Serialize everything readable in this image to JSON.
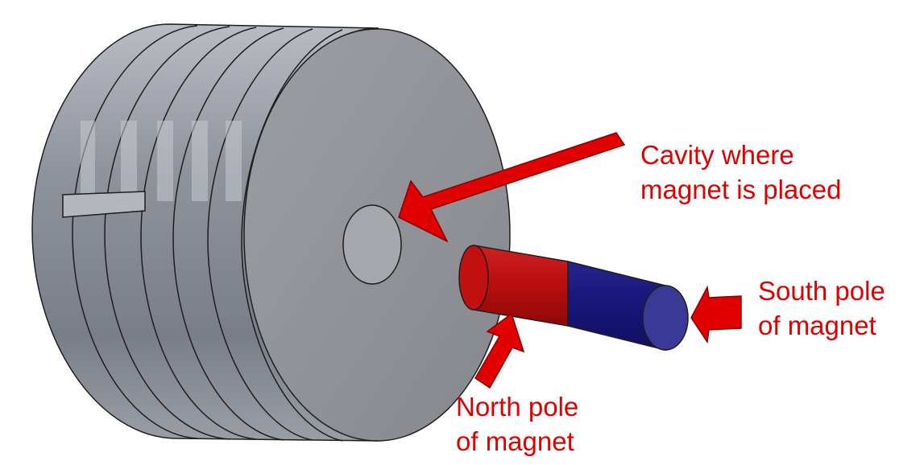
{
  "colors": {
    "annotation": "#e00000",
    "arrow_fill": "#e00000",
    "arrow_stroke": "#8a0000",
    "housing_face": "#95979d",
    "housing_side": "#7f838c",
    "north_pole": "#c21010",
    "south_pole": "#1d1d86",
    "south_end_face": "#3a3a96",
    "outline": "#1e1e1e"
  },
  "annotations": {
    "cavity": {
      "line1": "Cavity where",
      "line2": "magnet is placed"
    },
    "south_pole": {
      "line1": "South pole",
      "line2": "of magnet"
    },
    "north_pole": {
      "line1": "North pole",
      "line2": "of magnet"
    }
  }
}
